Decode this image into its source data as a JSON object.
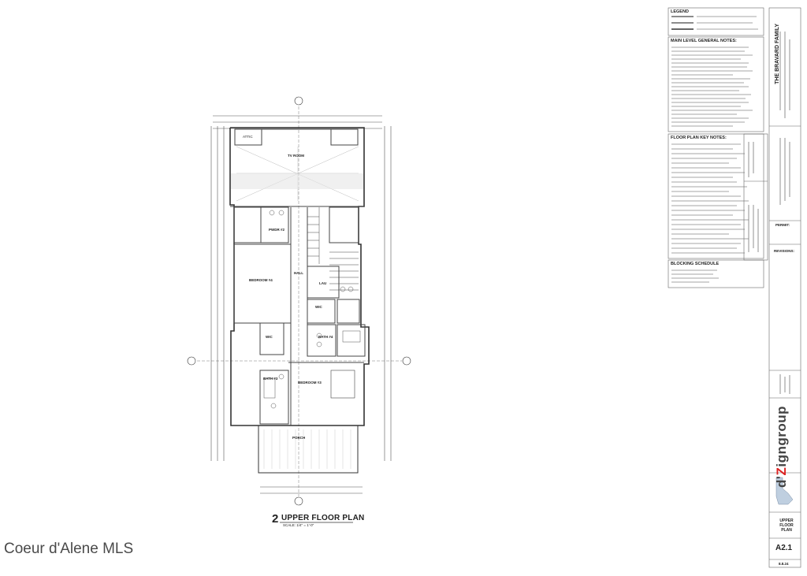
{
  "sheet": {
    "plan_title": "UPPER FLOOR PLAN",
    "plan_number": "2",
    "scale_text": "SCALE: 1/4\" = 1'-0\"",
    "sheet_number": "A2.1",
    "sheet_title": "UPPER FLOOR PLAN",
    "date": "8.8.24",
    "watermark": "Coeur d'Alene MLS"
  },
  "rooms": {
    "tv_room": "TV ROOM",
    "powder": "PWDR #2",
    "bedroom_4": "BEDROOM #4",
    "hall": "HALL",
    "laundry": "LAU",
    "wic_1": "WIC",
    "wic_2": "WIC",
    "bath_4": "BATH #4",
    "bath_3": "BATH #3",
    "bedroom_3": "BEDROOM #3",
    "porch": "PORCH",
    "attic": "ATTIC"
  },
  "notes": {
    "legend": "LEGEND",
    "general_notes": "MAIN LEVEL GENERAL NOTES:",
    "key_notes": "FLOOR PLAN KEY NOTES:",
    "blocking": "BLOCKING SCHEDULE"
  },
  "title_block": {
    "client": "THE BRAVARD FAMILY",
    "logo_prefix": "d'",
    "logo_z": "Z",
    "logo_suffix": "igngroup",
    "permit": "PERMIT:",
    "revisions": "REVISIONS:"
  }
}
